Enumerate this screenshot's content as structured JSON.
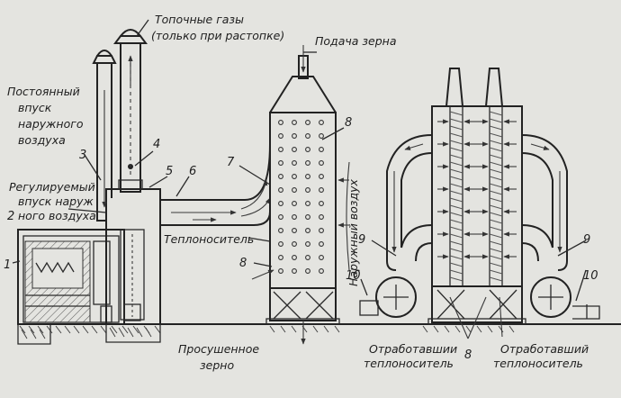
{
  "labels": {
    "flue_gases_1": "Топочные газы",
    "flue_gases_2": "(только при растопке)",
    "grain_feed": "Подача зерна",
    "const_air_1": "Постоянный",
    "const_air_2": "впуск",
    "const_air_3": "наружного",
    "const_air_4": "воздуха",
    "reg_air_1": "Регулируемый",
    "reg_air_2": "впуск наруж",
    "reg_air_3": "ного воздуха",
    "heat_carrier": "Теплоноситель",
    "outside_air": "Наружный воздух",
    "dried_grain_1": "Просушенное",
    "dried_grain_2": "зерно",
    "spent_left_1": "Отработавшии",
    "spent_left_2": "теплоноситель",
    "spent_right_1": "Отработавший",
    "spent_right_2": "теплоноситель"
  },
  "numbers": {
    "n1": "1",
    "n2": "2",
    "n3": "3",
    "n4": "4",
    "n5": "5",
    "n6": "6",
    "n7": "7",
    "n8_top": "8",
    "n8_mid": "8",
    "n8_bottom": "8",
    "n9_left": "9",
    "n9_right": "9",
    "n10_left": "10",
    "n10_right": "10"
  }
}
